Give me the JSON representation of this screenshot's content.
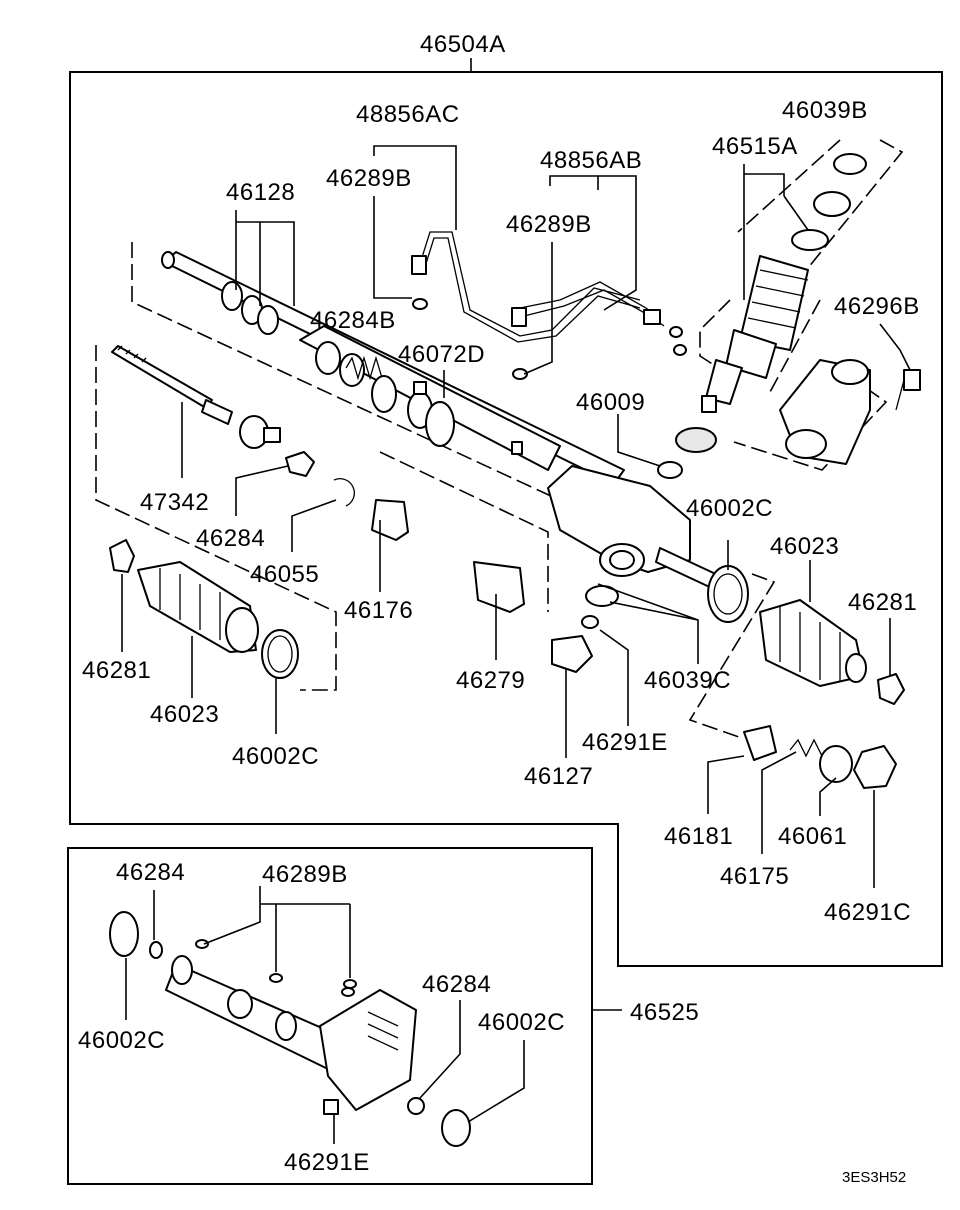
{
  "labels": {
    "l46504A": "46504A",
    "l48856AC": "48856AC",
    "l46289B_a": "46289B",
    "l48856AB": "48856AB",
    "l46289B_b": "46289B",
    "l46039B": "46039B",
    "l46515A": "46515A",
    "l46128": "46128",
    "l46284B": "46284B",
    "l46072D": "46072D",
    "l46296B": "46296B",
    "l46009": "46009",
    "l47342": "47342",
    "l46284_a": "46284",
    "l46055": "46055",
    "l46176": "46176",
    "l46002C_a": "46002C",
    "l46023_a": "46023",
    "l46281_a": "46281",
    "l46281_b": "46281",
    "l46023_b": "46023",
    "l46002C_b": "46002C",
    "l46279": "46279",
    "l46039C": "46039C",
    "l46291E_a": "46291E",
    "l46127": "46127",
    "l46181": "46181",
    "l46061": "46061",
    "l46175": "46175",
    "l46291C": "46291C",
    "l46284_b": "46284",
    "l46289B_c": "46289B",
    "l46002C_c": "46002C",
    "l46284_c": "46284",
    "l46002C_d": "46002C",
    "l46525": "46525",
    "l46291E_b": "46291E"
  },
  "figure_code": "3ES3H52"
}
